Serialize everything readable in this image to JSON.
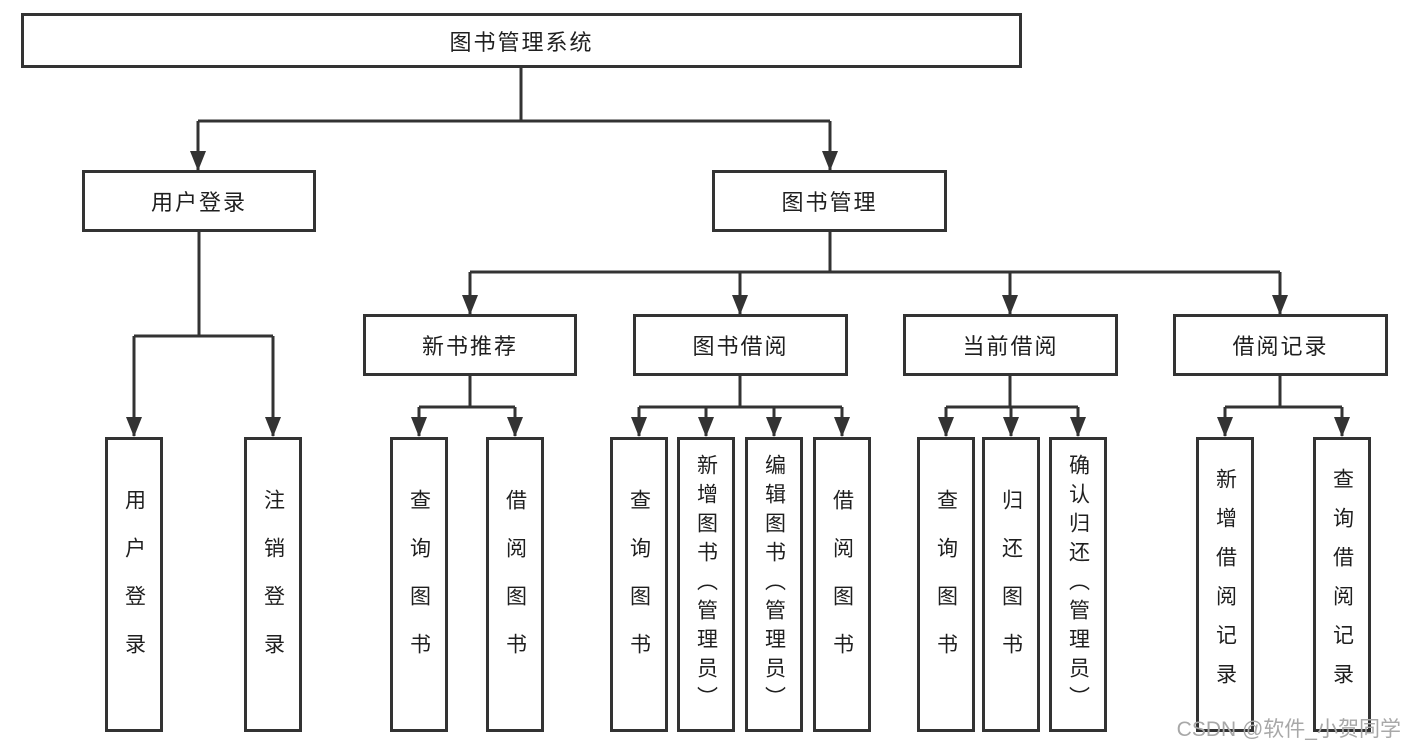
{
  "tree": {
    "root": {
      "label": "图书管理系统"
    },
    "branches": [
      {
        "label": "用户登录",
        "leaves": [
          {
            "label": "用户登录"
          },
          {
            "label": "注销登录"
          }
        ]
      },
      {
        "label": "图书管理",
        "groups": [
          {
            "label": "新书推荐",
            "leaves": [
              {
                "label": "查询图书"
              },
              {
                "label": "借阅图书"
              }
            ]
          },
          {
            "label": "图书借阅",
            "leaves": [
              {
                "label": "查询图书"
              },
              {
                "label": "新增图书（管理员）"
              },
              {
                "label": "编辑图书（管理员）"
              },
              {
                "label": "借阅图书"
              }
            ]
          },
          {
            "label": "当前借阅",
            "leaves": [
              {
                "label": "查询图书"
              },
              {
                "label": "归还图书"
              },
              {
                "label": "确认归还（管理员）"
              }
            ]
          },
          {
            "label": "借阅记录",
            "leaves": [
              {
                "label": "新增借阅记录"
              },
              {
                "label": "查询借阅记录"
              }
            ]
          }
        ]
      }
    ]
  },
  "watermark": {
    "text": "CSDN @软件_小贺同学"
  },
  "colors": {
    "line": "#333333",
    "box_background": "#ffffff",
    "text": "#1f1f1f",
    "watermark": "#a8a8a8"
  }
}
